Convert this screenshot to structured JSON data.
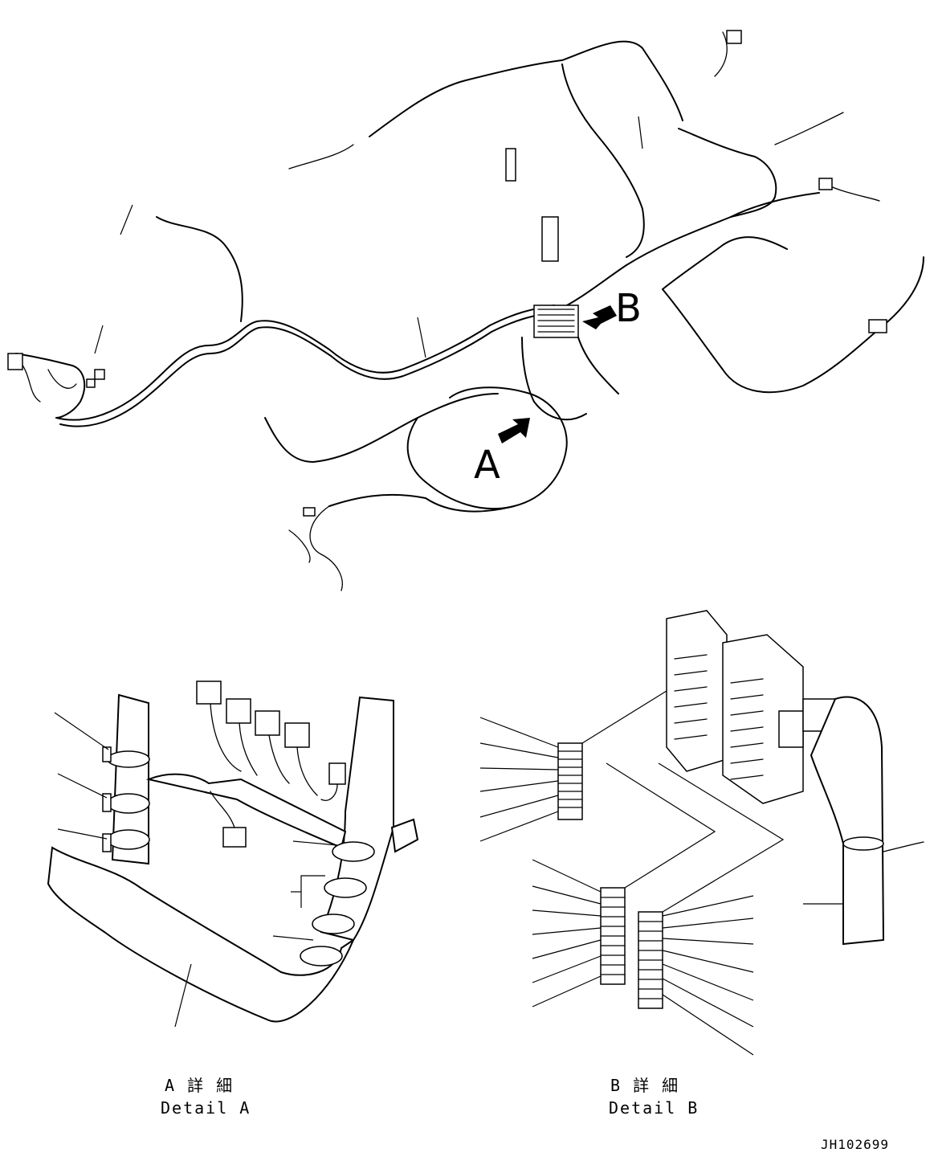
{
  "callouts": {
    "view_a": "A",
    "view_b": "B"
  },
  "details": {
    "a_ja": "A 詳 細",
    "a_en": "Detail A",
    "b_ja": "B 詳 細",
    "b_en": "Detail B"
  },
  "drawing_number": "JH102699"
}
